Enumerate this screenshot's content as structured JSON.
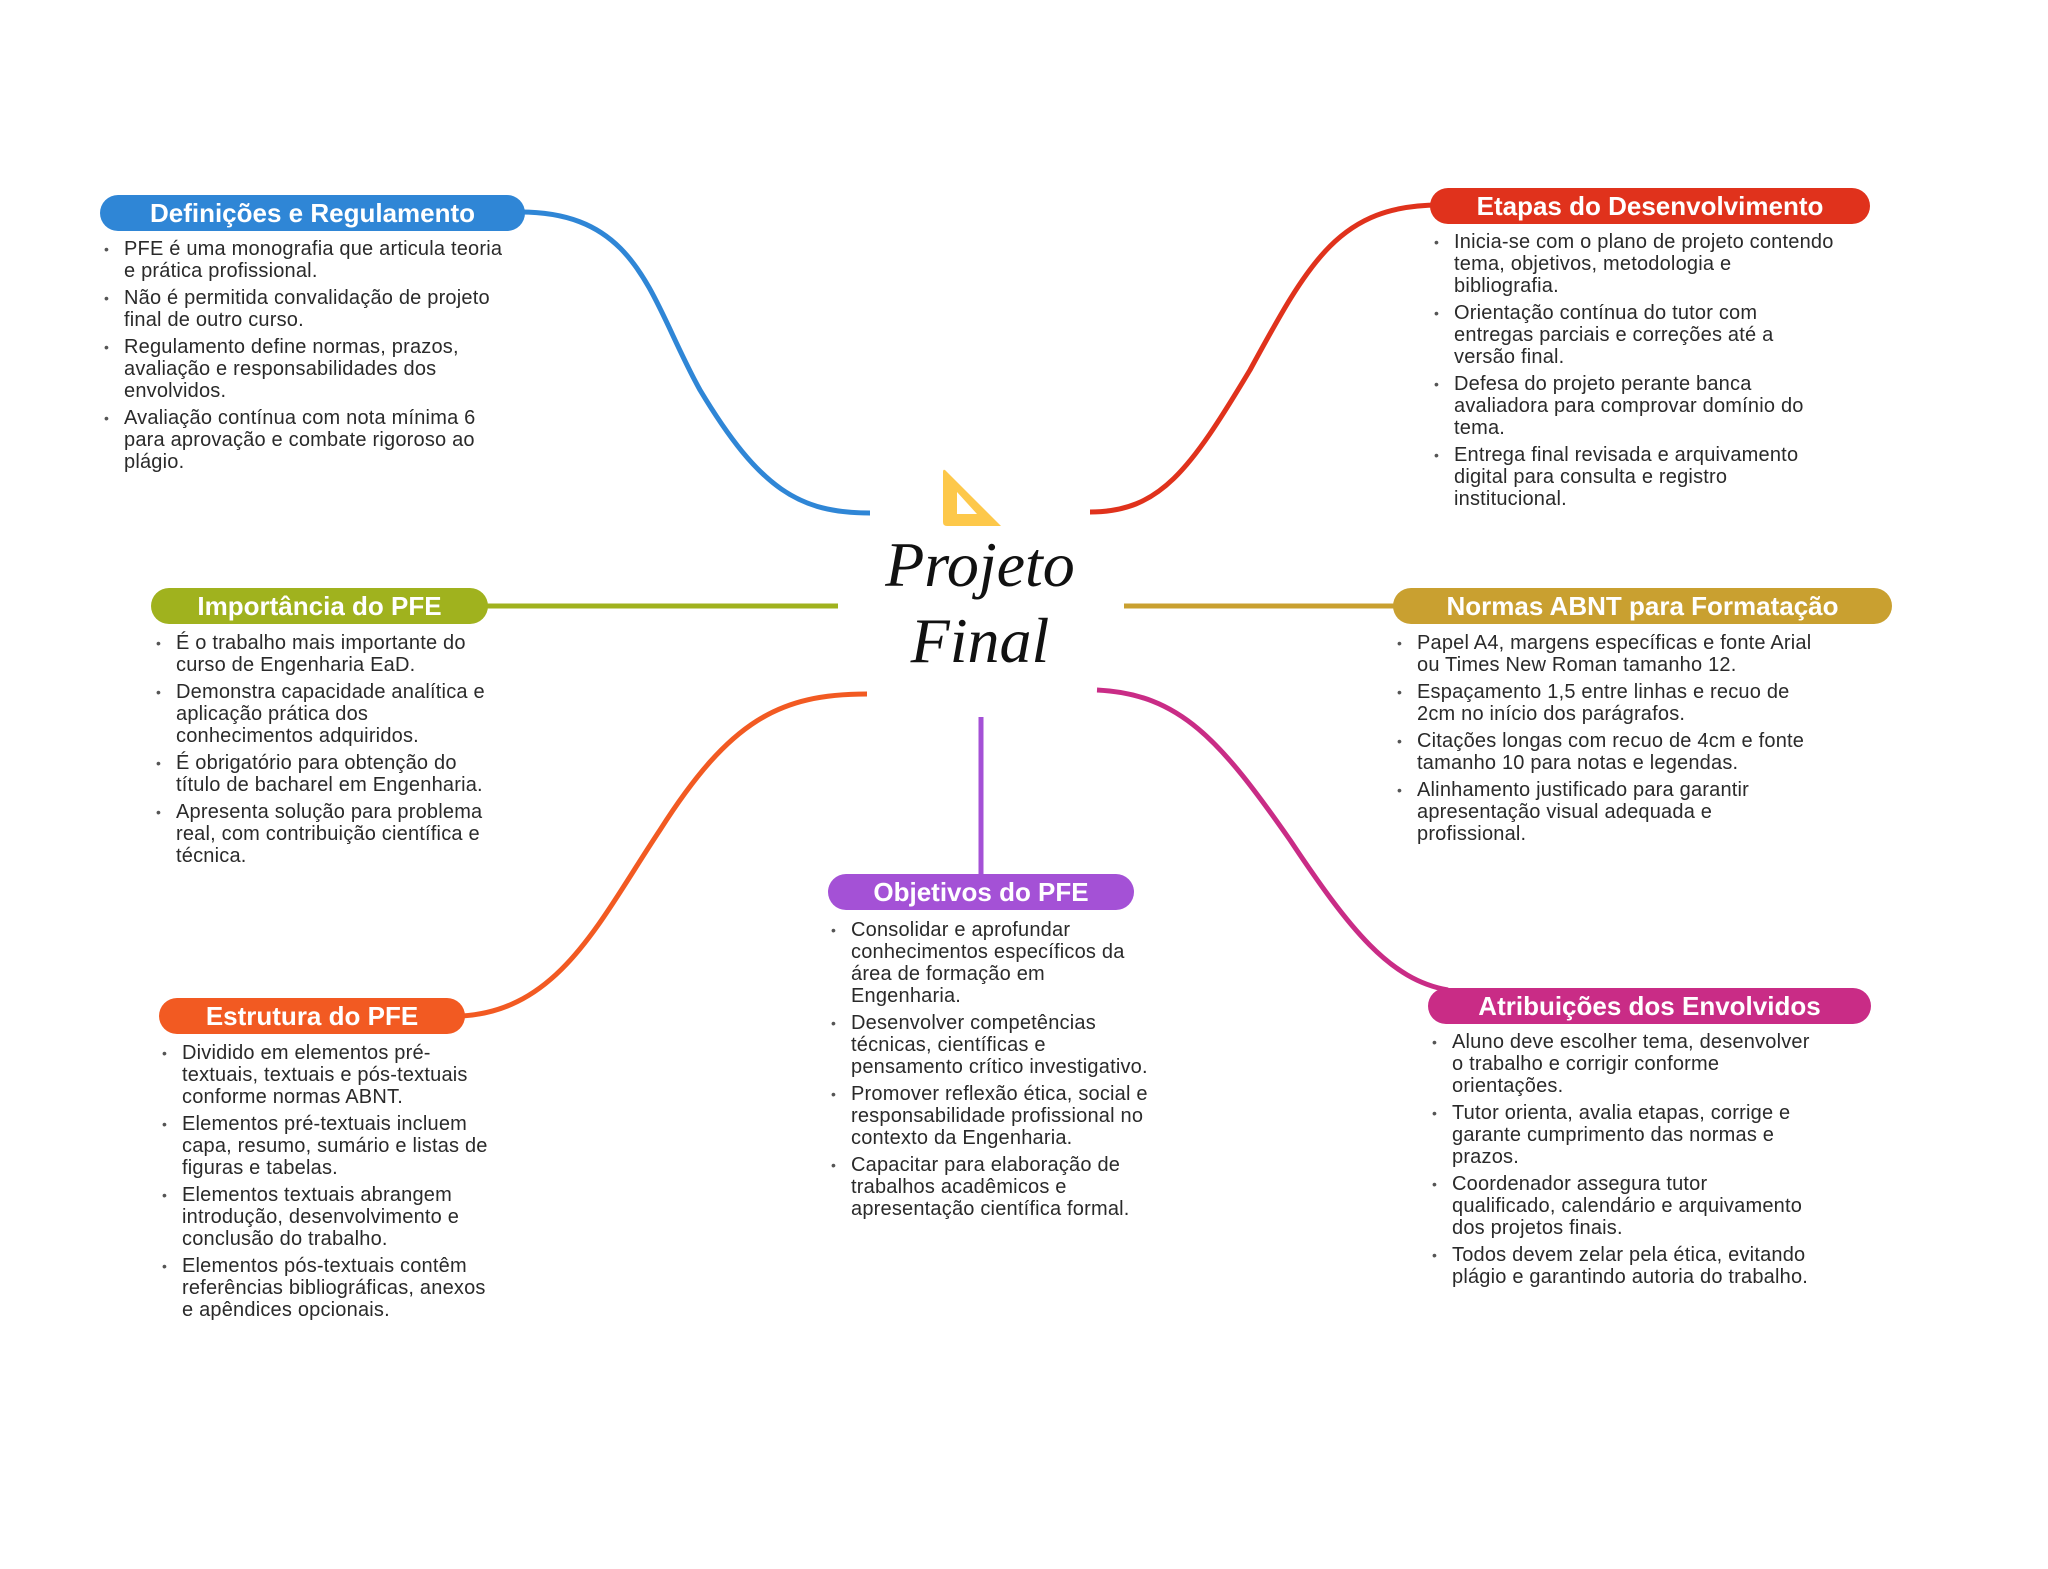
{
  "center": {
    "line1": "Projeto",
    "line2": "Final",
    "icon": "set-square-icon",
    "icon_color": "#fdc84a"
  },
  "branches": [
    {
      "id": "definicoes",
      "title": "Definições e Regulamento",
      "color": "#2f86d6",
      "items": [
        "PFE é uma monografia que articula teoria e prática profissional.",
        "Não é permitida convalidação de projeto final de outro curso.",
        "Regulamento define normas, prazos, avaliação e responsabilidades dos envolvidos.",
        "Avaliação contínua com nota mínima 6 para aprovação e combate rigoroso ao plágio."
      ]
    },
    {
      "id": "etapas",
      "title": "Etapas do Desenvolvimento",
      "color": "#e0321c",
      "items": [
        "Inicia-se com o plano de projeto contendo tema, objetivos, metodologia e bibliografia.",
        "Orientação contínua do tutor com entregas parciais e correções até a versão final.",
        "Defesa do projeto perante banca avaliadora para comprovar domínio do tema.",
        "Entrega final revisada e arquivamento digital para consulta e registro institucional."
      ]
    },
    {
      "id": "importancia",
      "title": "Importância do PFE",
      "color": "#a0b21e",
      "items": [
        "É o trabalho mais importante do curso de Engenharia EaD.",
        "Demonstra capacidade analítica e aplicação prática dos conhecimentos adquiridos.",
        "É obrigatório para obtenção do título de bacharel em Engenharia.",
        "Apresenta solução para problema real, com contribuição científica e técnica."
      ]
    },
    {
      "id": "normas",
      "title": "Normas ABNT para Formatação",
      "color": "#c9a030",
      "items": [
        "Papel A4, margens específicas e fonte Arial ou Times New Roman tamanho 12.",
        "Espaçamento 1,5 entre linhas e recuo de 2cm no início dos parágrafos.",
        "Citações longas com recuo de 4cm e fonte tamanho 10 para notas e legendas.",
        "Alinhamento justificado para garantir apresentação visual adequada e profissional."
      ]
    },
    {
      "id": "estrutura",
      "title": "Estrutura do PFE",
      "color": "#f25a22",
      "items": [
        "Dividido em elementos pré-textuais, textuais e pós-textuais conforme normas ABNT.",
        "Elementos pré-textuais incluem capa, resumo, sumário e listas de figuras e tabelas.",
        "Elementos textuais abrangem introdução, desenvolvimento e conclusão do trabalho.",
        "Elementos pós-textuais contêm referências bibliográficas, anexos e apêndices opcionais."
      ]
    },
    {
      "id": "objetivos",
      "title": "Objetivos do PFE",
      "color": "#a451d6",
      "items": [
        "Consolidar e aprofundar conhecimentos específicos da área de formação em Engenharia.",
        "Desenvolver competências técnicas, científicas e pensamento crítico investigativo.",
        "Promover reflexão ética, social e responsabilidade profissional no contexto da Engenharia.",
        "Capacitar para elaboração de trabalhos acadêmicos e apresentação científica formal."
      ]
    },
    {
      "id": "atribuicoes",
      "title": "Atribuições dos Envolvidos",
      "color": "#c92c86",
      "items": [
        "Aluno deve escolher tema, desenvolver o trabalho e corrigir conforme orientações.",
        "Tutor orienta, avalia etapas, corrige e garante cumprimento das normas e prazos.",
        "Coordenador assegura tutor qualificado, calendário e arquivamento dos projetos finais.",
        "Todos devem zelar pela ética, evitando plágio e garantindo autoria do trabalho."
      ]
    }
  ]
}
